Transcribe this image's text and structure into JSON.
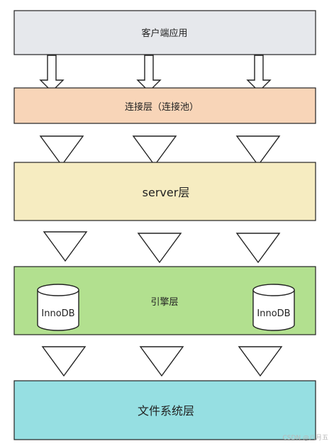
{
  "layers": {
    "client": {
      "label": "客户端应用",
      "fill": "#e6e8ec"
    },
    "connection": {
      "label": "连接层（连接池）",
      "fill": "#f8d5b8"
    },
    "server": {
      "label": "server层",
      "fill": "#f6ecc1"
    },
    "engine": {
      "label": "引擎层",
      "fill": "#b2e08f",
      "storage_engines": [
        "InnoDB",
        "InnoDB"
      ]
    },
    "filesystem": {
      "label": "文件系统层",
      "fill": "#96dfe2"
    }
  },
  "colors": {
    "border": "#222222",
    "arrow_fill": "#ffffff"
  },
  "watermark": "CSDN @八月五"
}
